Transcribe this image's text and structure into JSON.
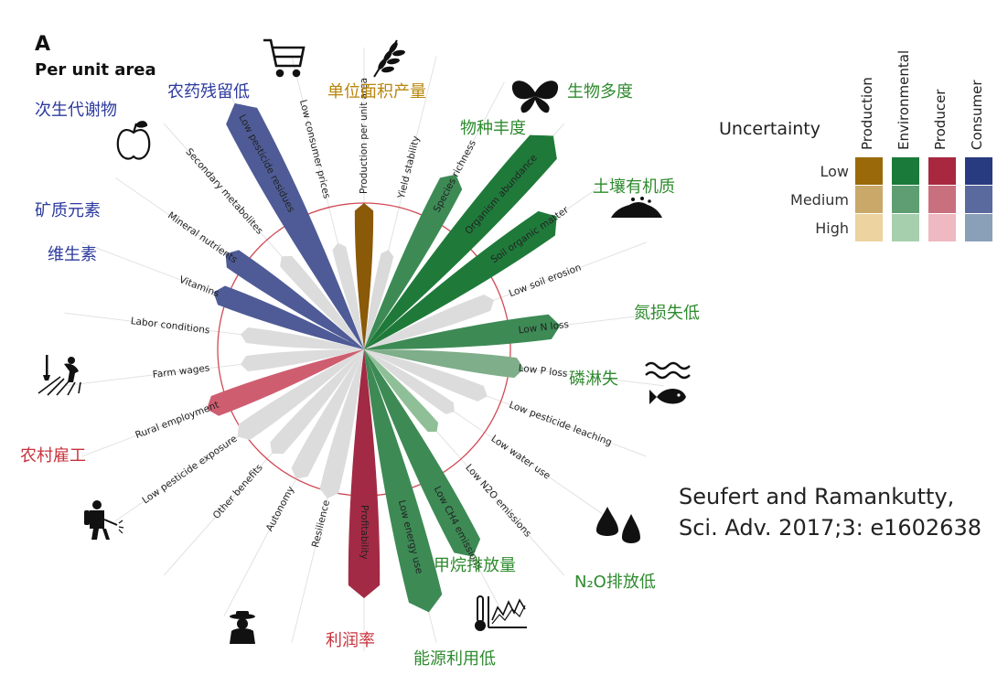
{
  "panel": {
    "letter": "A",
    "subtitle": "Per unit area"
  },
  "citation": {
    "line1": "Seufert and Ramankutty,",
    "line2": "Sci. Adv. 2017;3: e1602638"
  },
  "legend": {
    "title": "Uncertainty",
    "levels": [
      "Low",
      "Medium",
      "High"
    ],
    "columns": [
      {
        "name": "Production",
        "colors": [
          "#9a6a0a",
          "#c9a86a",
          "#ecd3a0"
        ]
      },
      {
        "name": "Environmental",
        "colors": [
          "#1a7a3a",
          "#5e9e72",
          "#a6cfad"
        ]
      },
      {
        "name": "Producer",
        "colors": [
          "#a8283f",
          "#c9707e",
          "#eeb9c0"
        ]
      },
      {
        "name": "Consumer",
        "colors": [
          "#283a80",
          "#5a6a9e",
          "#8aa0b8"
        ]
      }
    ]
  },
  "chart_data": {
    "type": "radial",
    "title": "",
    "reference_circle": 1.0,
    "categories": [
      {
        "label": "Production per unit area",
        "group": "Production",
        "value": 1.0,
        "color": "#8a5a08"
      },
      {
        "label": "Yield stability",
        "group": "Production",
        "value": 0.7,
        "color": "#dadada"
      },
      {
        "label": "Species richness",
        "group": "Environmental",
        "value": 1.35,
        "color": "#3d8a55"
      },
      {
        "label": "Organism abundance",
        "group": "Environmental",
        "value": 1.95,
        "color": "#1f7a3a"
      },
      {
        "label": "Soil organic matter",
        "group": "Environmental",
        "value": 1.6,
        "color": "#1f7a3a"
      },
      {
        "label": "Low soil erosion",
        "group": "Environmental",
        "value": 0.95,
        "color": "#dcdcdc"
      },
      {
        "label": "Low N loss",
        "group": "Environmental",
        "value": 1.35,
        "color": "#3d8a55"
      },
      {
        "label": "Low P loss",
        "group": "Environmental",
        "value": 1.1,
        "color": "#7fae8a"
      },
      {
        "label": "Low pesticide leaching",
        "group": "Environmental",
        "value": 0.9,
        "color": "#dcdcdc"
      },
      {
        "label": "Low water use",
        "group": "Environmental",
        "value": 0.75,
        "color": "#dcdcdc"
      },
      {
        "label": "Low N2O emissions",
        "group": "Environmental",
        "value": 0.75,
        "color": "#8fbf97"
      },
      {
        "label": "Low CH4 emissions",
        "group": "Environmental",
        "value": 1.6,
        "color": "#3d8a55"
      },
      {
        "label": "Low energy use",
        "group": "Environmental",
        "value": 1.85,
        "color": "#3d8a55"
      },
      {
        "label": "Profitability",
        "group": "Producer",
        "value": 1.7,
        "color": "#a32a44"
      },
      {
        "label": "Resilience",
        "group": "Producer",
        "value": 1.05,
        "color": "#dcdcdc"
      },
      {
        "label": "Autonomy",
        "group": "Producer",
        "value": 1.0,
        "color": "#dcdcdc"
      },
      {
        "label": "Other benefits",
        "group": "Producer",
        "value": 0.95,
        "color": "#dcdcdc"
      },
      {
        "label": "Low pesticide exposure",
        "group": "Producer",
        "value": 1.05,
        "color": "#dcdcdc"
      },
      {
        "label": "Rural employment",
        "group": "Producer",
        "value": 1.15,
        "color": "#cf5d70"
      },
      {
        "label": "Farm wages",
        "group": "Producer",
        "value": 0.85,
        "color": "#dcdcdc"
      },
      {
        "label": "Labor conditions",
        "group": "Producer",
        "value": 0.85,
        "color": "#dcdcdc"
      },
      {
        "label": "Vitamins",
        "group": "Consumer",
        "value": 1.1,
        "color": "#4e5b96"
      },
      {
        "label": "Mineral nutrients",
        "group": "Consumer",
        "value": 1.15,
        "color": "#4e5b96"
      },
      {
        "label": "Secondary metabolites",
        "group": "Consumer",
        "value": 0.85,
        "color": "#dcdcdc"
      },
      {
        "label": "Low pesticide residues",
        "group": "Consumer",
        "value": 1.9,
        "color": "#4e5b96"
      },
      {
        "label": "Low consumer prices",
        "group": "Consumer",
        "value": 0.75,
        "color": "#dcdcdc"
      }
    ]
  },
  "annotations": [
    {
      "text": "农药残留低",
      "color": "#2c3a9e"
    },
    {
      "text": "单位面积产量",
      "color": "#b8860b"
    },
    {
      "text": "生物多度",
      "color": "#2e8b2e"
    },
    {
      "text": "次生代谢物",
      "color": "#2c3a9e"
    },
    {
      "text": "物种丰度",
      "color": "#2e8b2e"
    },
    {
      "text": "土壤有机质",
      "color": "#2e8b2e"
    },
    {
      "text": "矿质元素",
      "color": "#2c3a9e"
    },
    {
      "text": "维生素",
      "color": "#2c3a9e"
    },
    {
      "text": "氮损失低",
      "color": "#2e8b2e"
    },
    {
      "text": "磷淋失",
      "color": "#2e8b2e"
    },
    {
      "text": "农村雇工",
      "color": "#c8323c"
    },
    {
      "text": "甲烷排放量",
      "color": "#2e8b2e"
    },
    {
      "text": "N₂O排放低",
      "color": "#2e8b2e"
    },
    {
      "text": "利润率",
      "color": "#c8323c"
    },
    {
      "text": "能源利用低",
      "color": "#2e8b2e"
    }
  ],
  "icons": [
    "shopping-cart",
    "wheat",
    "butterfly",
    "apple",
    "soil",
    "water-fish",
    "farmer-spade",
    "sprayer",
    "drops",
    "thermometer-graph",
    "farmer-hat"
  ]
}
